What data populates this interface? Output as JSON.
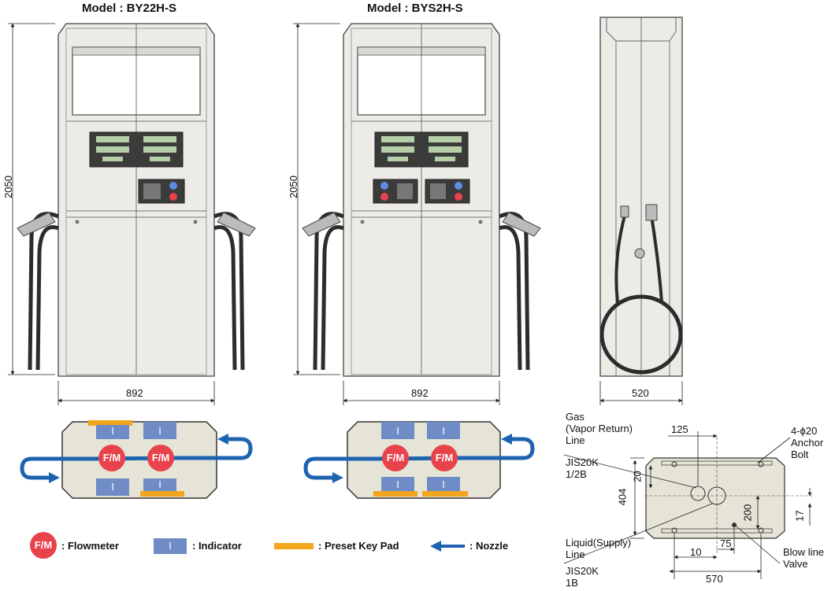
{
  "titles": {
    "model_left": "Model : BY22H-S",
    "model_middle": "Model : BYS2H-S"
  },
  "dimensions": {
    "height_left": "2050",
    "height_middle": "2050",
    "width_left": "892",
    "width_middle": "892",
    "depth_side": "520",
    "base": {
      "d125": "125",
      "d20": "20",
      "d404": "404",
      "d200": "200",
      "d17": "17",
      "d75": "75",
      "d10": "10",
      "d570": "570",
      "anchor": "4-ϕ20",
      "anchor_word": "Anchor",
      "anchor_word2": "Bolt"
    }
  },
  "labels": {
    "gas_line1": "Gas",
    "gas_line2": "(Vapor Return)",
    "gas_line3": "Line",
    "gas_spec1": "JIS20K",
    "gas_spec2": "1/2B",
    "liquid_line1": "Liquid(Supply)",
    "liquid_line2": "Line",
    "liquid_spec1": "JIS20K",
    "liquid_spec2": "1B",
    "blow_line1": "Blow line",
    "blow_line2": "Valve"
  },
  "layout_tokens": {
    "flowmeter": "F/M",
    "indicator": "I"
  },
  "legend": {
    "flowmeter_symbol": "F/M",
    "flowmeter_label": ": Flowmeter",
    "indicator_symbol": "I",
    "indicator_label": ": Indicator",
    "keypad_label": ": Preset Key Pad",
    "nozzle_label": ": Nozzle"
  },
  "colors": {
    "flowmeter": "#e8434b",
    "indicator": "#6f8cc6",
    "keypad": "#f3a51e",
    "nozzle": "#1e63b0",
    "base_fill": "#e6e4d6",
    "body_fill": "#ecebe6"
  }
}
